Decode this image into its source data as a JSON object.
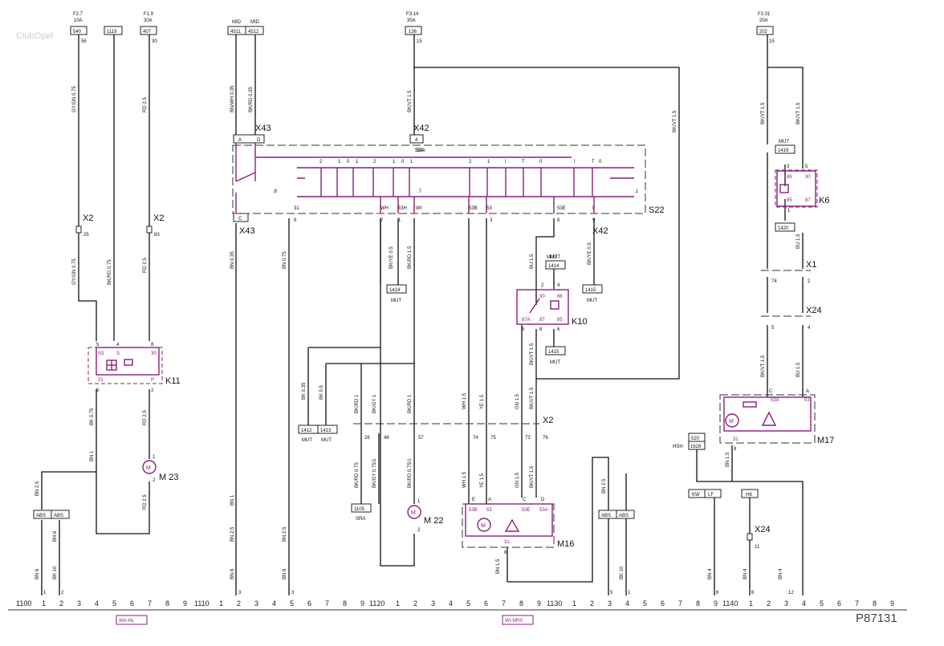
{
  "reference": "P87131",
  "watermark": "ClubOpel",
  "fuses": [
    {
      "id": "F2.7",
      "rating": "10A",
      "box": "540",
      "pin": "56"
    },
    {
      "id": "",
      "rating": "",
      "box": "1119",
      "pin": ""
    },
    {
      "id": "F1.9",
      "rating": "30A",
      "box": "407",
      "pin": "30"
    },
    {
      "id": "MID",
      "rating": "",
      "box": "4511",
      "pin": ""
    },
    {
      "id": "MID",
      "rating": "",
      "box": "4512",
      "pin": ""
    },
    {
      "id": "F3.14",
      "rating": "30A",
      "box": "136",
      "pin": "15"
    },
    {
      "id": "F3.31",
      "rating": "20A",
      "box": "202",
      "pin": "15"
    }
  ],
  "wires": [
    "GY/GN 0.75",
    "RD 2.5",
    "BN/WH 0.35",
    "BK/RD 0.35",
    "BK/VT 1.5",
    "BK/VT 1.5",
    "BK/VT 1.5",
    "BK/VT 1.5",
    "GY/GN 0.75",
    "BK/RD 0.75",
    "RD 2.5",
    "BN 0.35",
    "BN 0.75",
    "BK/YE 0.5",
    "BK/RD 1.5",
    "BK/YE 0.5",
    "BU 1.5",
    "BK/VT 1.5",
    "BU 1.5",
    "BK 0.75",
    "RD 2.5",
    "BK 0.35",
    "BK 0.5",
    "BK/RD 1",
    "BK/GY 1",
    "BK/RD 1",
    "WH 1.5",
    "YE 1.5",
    "GN 1.5",
    "BK/VT 1.5",
    "BK/VT 1.5",
    "BU 1.5",
    "BN 1",
    "BN 2.5",
    "RD 2.5",
    "BN 1",
    "BN 2.5",
    "BN 2.5",
    "BK/RD 0.75",
    "BK/GY 0.75/1",
    "BK/RD 0.75/1",
    "WH 1.5",
    "YE 1.5",
    "GN 1.5",
    "BK/VT 1.5",
    "BN 2.5",
    "BN 1.5",
    "BN 6",
    "BK 10",
    "BN 6",
    "BN 6",
    "BN 6",
    "BK 10",
    "BN 1.5",
    "BN 4",
    "BN 4",
    "BN 4"
  ],
  "connectors": [
    "X43",
    "X43",
    "X42",
    "X42",
    "X2",
    "X2",
    "X2",
    "X1",
    "X24",
    "X24"
  ],
  "components": {
    "K11": {
      "label": "K11",
      "pins": [
        "5",
        "4",
        "8",
        "S3",
        "S",
        "30",
        "31",
        "P",
        "6",
        "2"
      ]
    },
    "S22": {
      "label": "S22",
      "pins": [
        "A",
        "D",
        "C",
        "31",
        "6",
        "7",
        "1",
        "3",
        "8",
        "9",
        "2",
        "1",
        "0",
        "1",
        "2",
        "1",
        "0",
        "1",
        "2",
        "1",
        "I",
        "T",
        "0",
        "I",
        "T",
        "0",
        "WH",
        "53H",
        "WI",
        "53B",
        "53",
        "53E",
        "I",
        "53A",
        ".8",
        ".7",
        ".1"
      ]
    },
    "K10": {
      "label": "K10",
      "pins": [
        "2",
        "4",
        "30",
        "86",
        "87A",
        "87",
        "85",
        "5",
        "8",
        "6"
      ]
    },
    "K6": {
      "label": "K6",
      "pins": [
        "3",
        "5",
        "86",
        "30",
        "85",
        "87",
        "1"
      ]
    },
    "M23": {
      "label": "M 23",
      "pins": [
        "1",
        "2"
      ]
    },
    "M22": {
      "label": "M 22",
      "pins": [
        "1",
        "2"
      ]
    },
    "M16": {
      "label": "M16",
      "pins": [
        "E",
        "A",
        "C",
        "D",
        "53B",
        "53",
        "53E",
        "53A",
        "31",
        "8"
      ]
    },
    "M17": {
      "label": "M17",
      "pins": [
        "C",
        "A",
        "53A",
        "53",
        "31",
        "8"
      ]
    }
  },
  "terminals": [
    {
      "id": "1419",
      "tag": "MUT"
    },
    {
      "id": "1420",
      "tag": ""
    },
    {
      "id": "1414",
      "tag": "MUT"
    },
    {
      "id": "1414",
      "tag": "MUT"
    },
    {
      "id": "1415",
      "tag": "MUT"
    },
    {
      "id": "1415",
      "tag": "MUT"
    },
    {
      "id": "1412",
      "tag": "MUT"
    },
    {
      "id": "1413",
      "tag": "MUT"
    },
    {
      "id": "1105",
      "tag": "SRA"
    },
    {
      "id": "520",
      "tag": "HSH"
    },
    {
      "id": "1628",
      "tag": ""
    },
    {
      "id": "MUT",
      "tag": ""
    }
  ],
  "pin_numbers": [
    "56",
    "30",
    "15",
    "15",
    "4",
    "53A",
    "25",
    "83",
    "74",
    "2",
    "5",
    "4",
    "6",
    "2",
    "6",
    "7",
    "1",
    "3",
    "8",
    "9",
    "26",
    "48",
    "57",
    "74",
    "75",
    "73",
    "76",
    "C",
    "A",
    "53A",
    "53",
    "8",
    "E",
    "A",
    "C",
    "D"
  ],
  "ground_boxes": [
    "ABS",
    "ABS",
    "ABS",
    "ABS",
    "KW",
    "LF",
    "H8"
  ],
  "bottom_pins": [
    "1",
    "2",
    "3",
    "3",
    "5",
    "1",
    "2",
    "3",
    "1",
    "1",
    "2",
    "3",
    "6",
    "11",
    "6",
    "3",
    "1",
    "12"
  ],
  "section_labels": [
    "WA-HL",
    "WI-NRS"
  ],
  "ruler": [
    {
      "start": "1100",
      "nums": [
        "1",
        "2",
        "3",
        "4",
        "5",
        "6",
        "7",
        "8",
        "9"
      ]
    },
    {
      "start": "1110",
      "nums": [
        "1",
        "2",
        "3",
        "4",
        "5",
        "6",
        "7",
        "8",
        "9"
      ]
    },
    {
      "start": "1120",
      "nums": [
        "1",
        "2",
        "3",
        "4",
        "5",
        "6",
        "7",
        "8",
        "9"
      ]
    },
    {
      "start": "1130",
      "nums": [
        "1",
        "2",
        "3",
        "4",
        "5",
        "6",
        "7",
        "8",
        "9"
      ]
    },
    {
      "start": "1140",
      "nums": [
        "1",
        "2",
        "3",
        "4",
        "5",
        "6",
        "7",
        "8",
        "9"
      ]
    }
  ]
}
